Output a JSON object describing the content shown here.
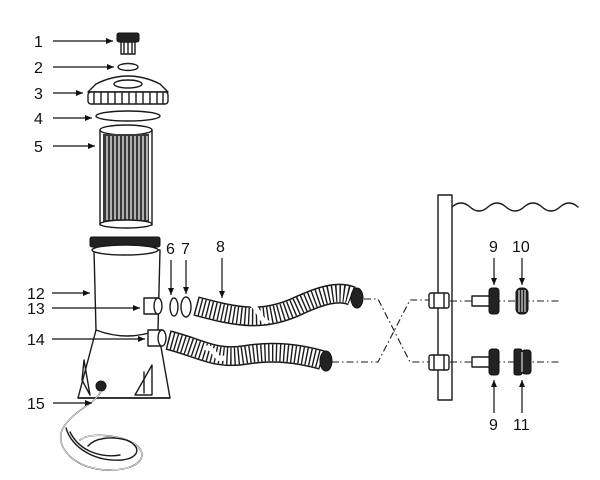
{
  "labels": {
    "p1": "1",
    "p2": "2",
    "p3": "3",
    "p4": "4",
    "p5": "5",
    "p6": "6",
    "p7": "7",
    "p8": "8",
    "p9a": "9",
    "p9b": "9",
    "p10": "10",
    "p11": "11",
    "p12": "12",
    "p13": "13",
    "p14": "14",
    "p15": "15"
  },
  "colors": {
    "ink": "#1a1a1a",
    "background": "#ffffff",
    "dark_fill": "#222222"
  }
}
